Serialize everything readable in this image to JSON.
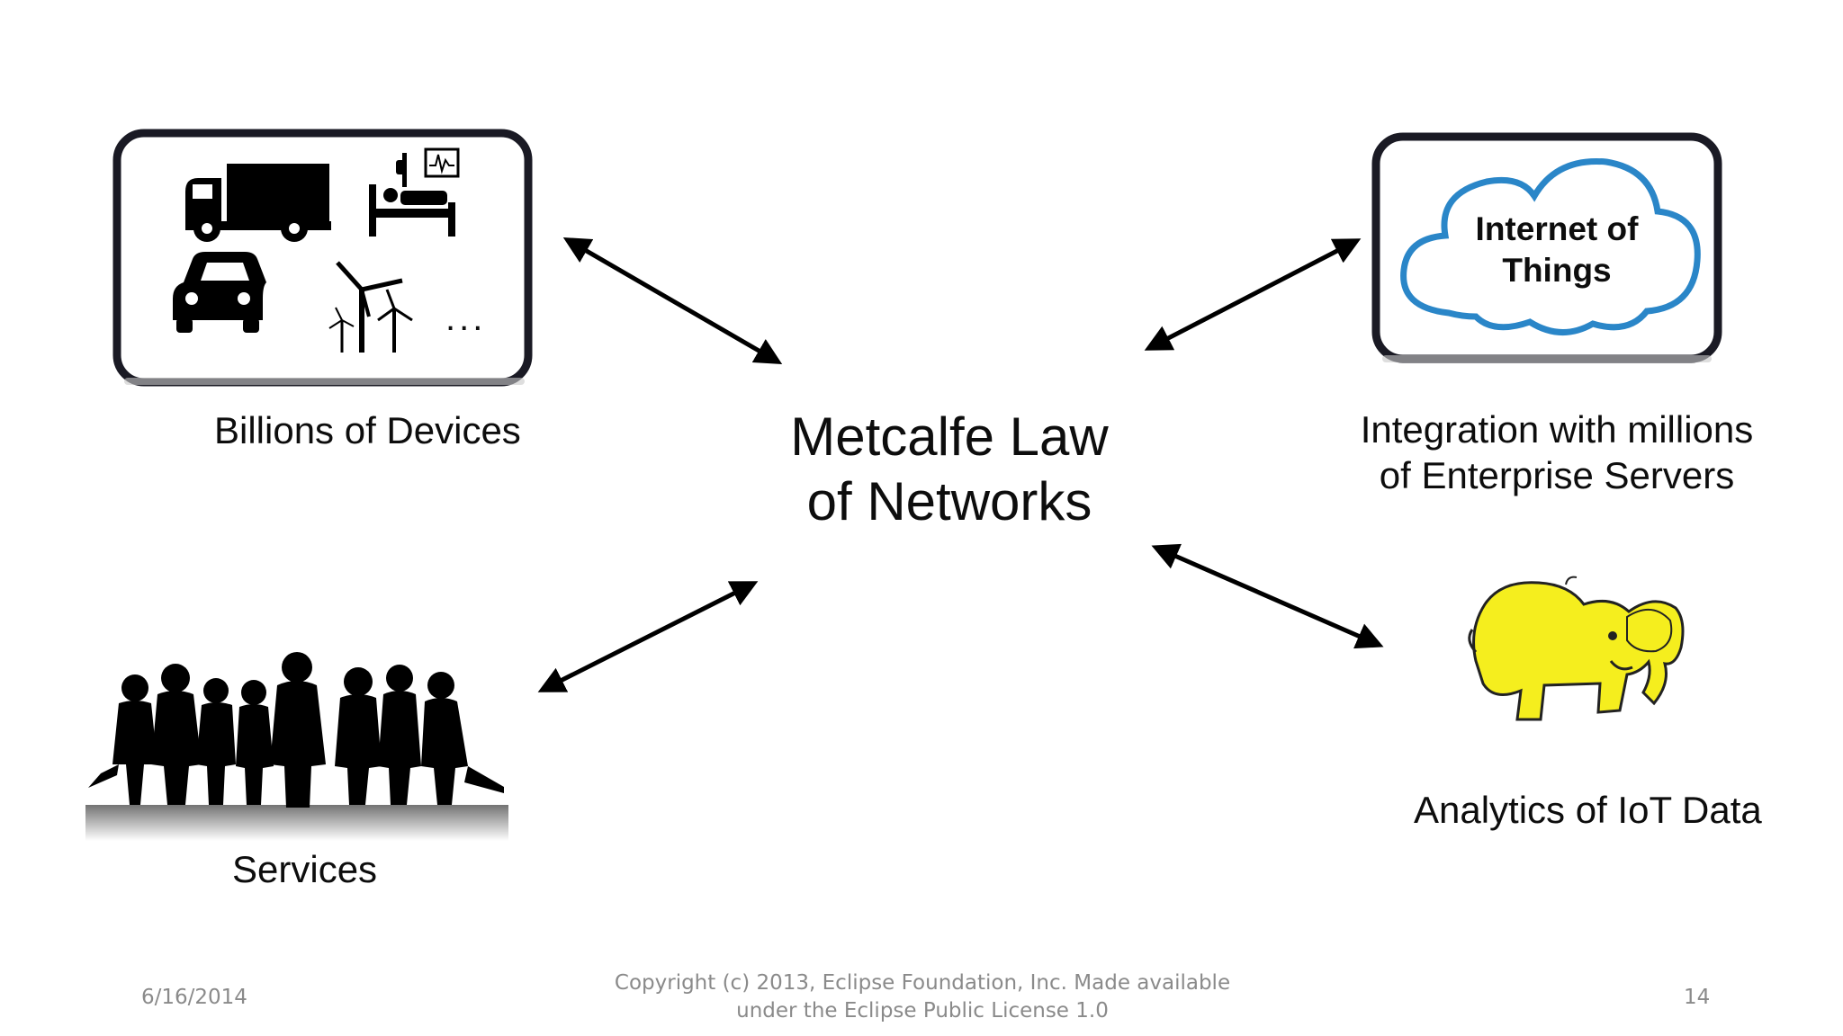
{
  "center": {
    "line1": "Metcalfe Law",
    "line2": "of Networks"
  },
  "nodes": {
    "devices": {
      "label": "Billions of Devices",
      "ellipsis": "..."
    },
    "cloud": {
      "title_line1": "Internet of",
      "title_line2": "Things",
      "label_line1": "Integration with millions",
      "label_line2": "of Enterprise Servers"
    },
    "services": {
      "label": "Services"
    },
    "analytics": {
      "label": "Analytics of IoT Data"
    }
  },
  "footer": {
    "date": "6/16/2014",
    "copyright_line1": "Copyright (c) 2013, Eclipse Foundation, Inc. Made available",
    "copyright_line2": "under the Eclipse Public License 1.0",
    "page_number": "14"
  },
  "colors": {
    "elephant_yellow": "#f5ee1e",
    "cloud_blue": "#2a86c8",
    "box_border": "#1a1a24"
  },
  "icons": [
    "truck-icon",
    "hospital-bed-icon",
    "car-icon",
    "wind-turbine-icon",
    "cloud-icon",
    "people-silhouette-icon",
    "elephant-icon"
  ]
}
